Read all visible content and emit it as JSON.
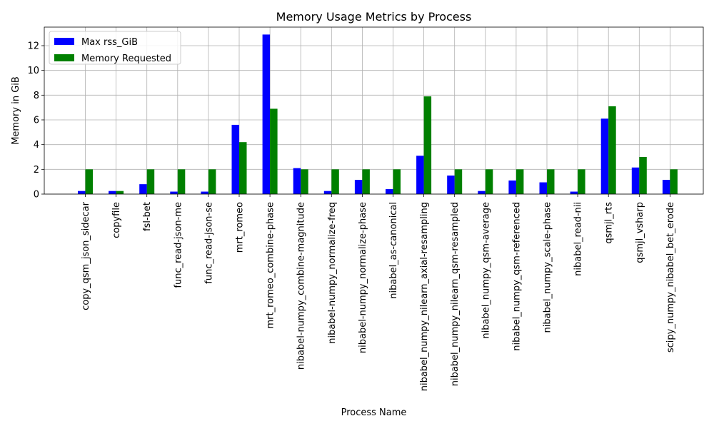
{
  "chart_data": {
    "type": "bar",
    "title": "Memory Usage Metrics by Process",
    "xlabel": "Process Name",
    "ylabel": "Memory in GiB",
    "ylim": [
      0,
      13.5
    ],
    "yticks": [
      0,
      2,
      4,
      6,
      8,
      10,
      12
    ],
    "grid": true,
    "legend_position": "upper-left",
    "categories": [
      "copy_qsm_json_sidecar",
      "copyfile",
      "fsl-bet",
      "func_read-json-me",
      "func_read-json-se",
      "mrt_romeo",
      "mrt_romeo_combine-phase",
      "nibabel-numpy_combine-magnitude",
      "nibabel-numpy_normalize-freq",
      "nibabel-numpy_normalize-phase",
      "nibabel_as-canonical",
      "nibabel_numpy_nilearn_axial-resampling",
      "nibabel_numpy_nilearn_qsm-resampled",
      "nibabel_numpy_qsm-average",
      "nibabel_numpy_qsm-referenced",
      "nibabel_numpy_scale-phase",
      "nibabel_read-nii",
      "qsmjl_rts",
      "qsmjl_vsharp",
      "scipy_numpy_nibabel_bet_erode"
    ],
    "series": [
      {
        "name": "Max rss_GiB",
        "color": "#0000ff",
        "values": [
          0.25,
          0.25,
          0.8,
          0.2,
          0.2,
          5.6,
          12.9,
          2.1,
          0.25,
          1.15,
          0.4,
          3.1,
          1.5,
          0.25,
          1.1,
          0.95,
          0.2,
          6.1,
          2.15,
          1.15
        ]
      },
      {
        "name": "Memory Requested",
        "color": "#008000",
        "values": [
          2.0,
          0.25,
          2.0,
          2.0,
          2.0,
          4.2,
          6.9,
          2.0,
          2.0,
          2.0,
          2.0,
          7.9,
          2.0,
          2.0,
          2.0,
          2.0,
          2.0,
          7.1,
          3.0,
          2.0
        ]
      }
    ]
  }
}
